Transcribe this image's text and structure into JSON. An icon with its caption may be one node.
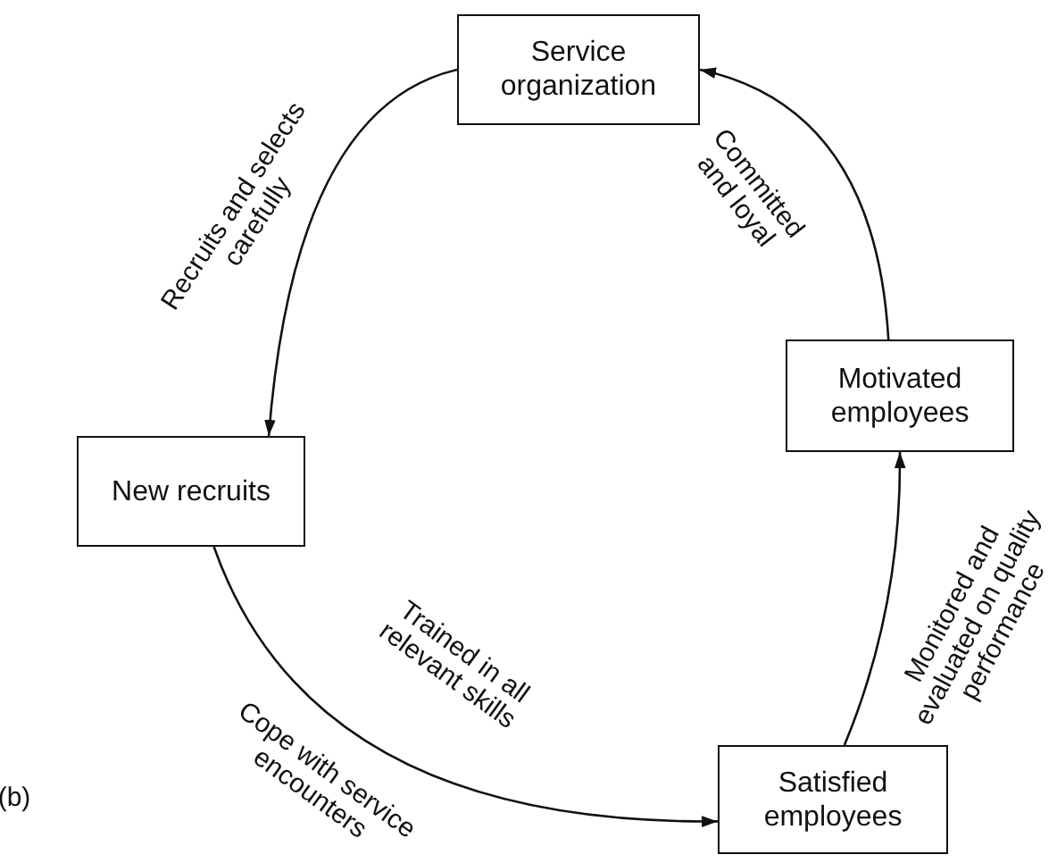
{
  "diagram": {
    "nodes": [
      {
        "text": [
          "Service organization"
        ]
      },
      {
        "text": [
          "New recruits"
        ]
      },
      {
        "text": [
          "Satisfied employees"
        ]
      },
      {
        "text": [
          "Motivated employees"
        ]
      }
    ],
    "edges": [
      {
        "from": 0,
        "to": 1,
        "arrow": "to",
        "label": "Recruits and selects carefully"
      },
      {
        "from": 1,
        "to": 2,
        "arrow": "to",
        "label": "Trained in all relevant skills"
      },
      {
        "from": 2,
        "to": 3,
        "arrow": "to",
        "label": "Monitored and evaluated on quality performance"
      },
      {
        "from": 3,
        "to": 0,
        "arrow": "to",
        "label": "Committed and loyal"
      }
    ],
    "labels": [
      "Cope with service encounters",
      "(b)"
    ]
  }
}
